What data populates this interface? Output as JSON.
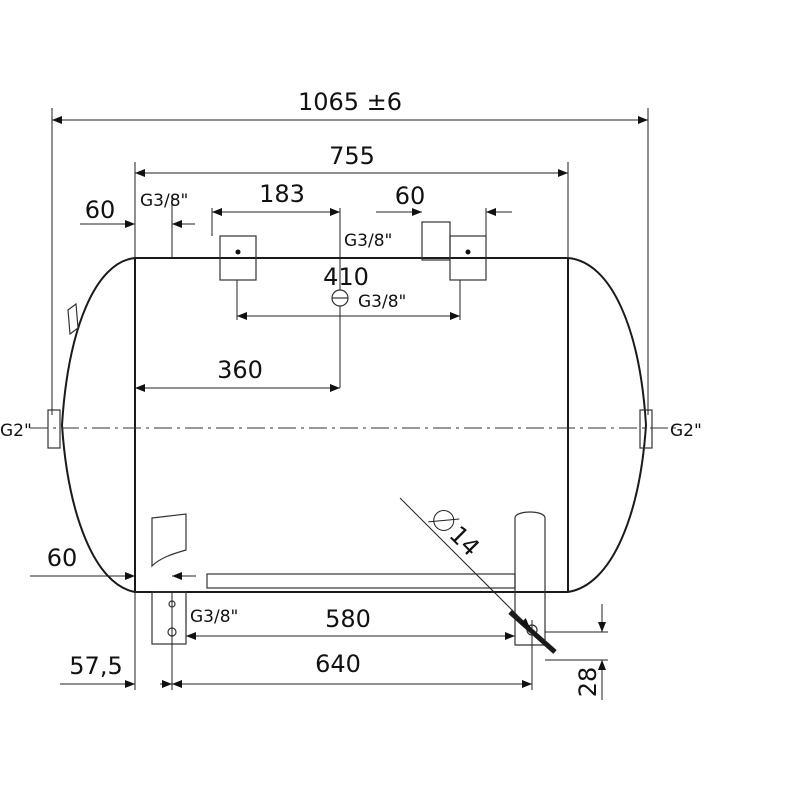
{
  "dimensions": {
    "overall_length": "1065 ±6",
    "shell_length": "755",
    "left_offset_top": "60",
    "fitting_spacing": "183",
    "right_offset_top": "60",
    "center_fitting": "410",
    "center_offset": "360",
    "left_offset_bottom": "60",
    "foot_inner": "580",
    "foot_outer": "640",
    "foot_offset": "57,5",
    "foot_height": "28",
    "hole_diameter": "14"
  },
  "connections": {
    "top_left": "G3/8\"",
    "top_right": "G3/8\"",
    "top_center": "G3/8\"",
    "bottom": "G3/8\"",
    "end_left": "G2\"",
    "end_right": "G2\""
  }
}
